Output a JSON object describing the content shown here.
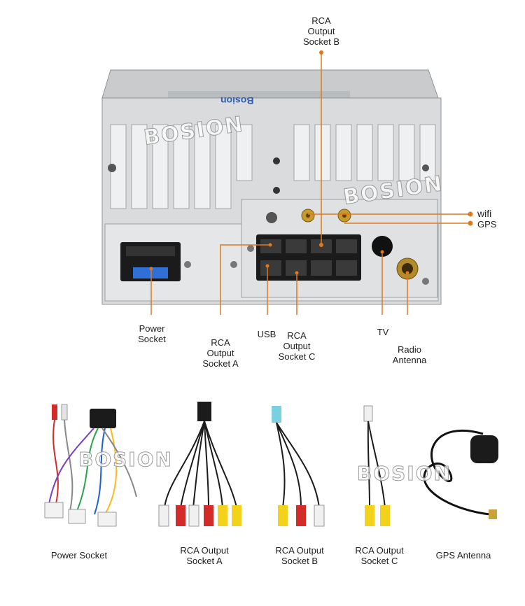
{
  "watermark": "BOSION",
  "unit_label": "Bosion",
  "colors": {
    "callout": "#e0781e",
    "metal": "#d6d8da",
    "metal_dark": "#a9adb0",
    "connector": "#1b1b1b"
  },
  "callouts": {
    "rca_b": "RCA\nOutput\nSocket B",
    "wifi": "wifi",
    "gps": "GPS",
    "power": "Power\nSocket",
    "rca_a": "RCA\nOutput\nSocket A",
    "usb": "USB",
    "rca_c": "RCA\nOutput\nSocket C",
    "tv": "TV",
    "radio": "Radio\nAntenna"
  },
  "accessories": [
    {
      "caption": "Power Socket",
      "icon": "power-harness"
    },
    {
      "caption": "RCA Output\nSocket A",
      "icon": "rca-cable-a"
    },
    {
      "caption": "RCA Output\nSocket B",
      "icon": "rca-cable-b"
    },
    {
      "caption": "RCA Output\nSocket C",
      "icon": "rca-cable-c"
    },
    {
      "caption": "GPS Antenna",
      "icon": "gps-antenna"
    }
  ]
}
